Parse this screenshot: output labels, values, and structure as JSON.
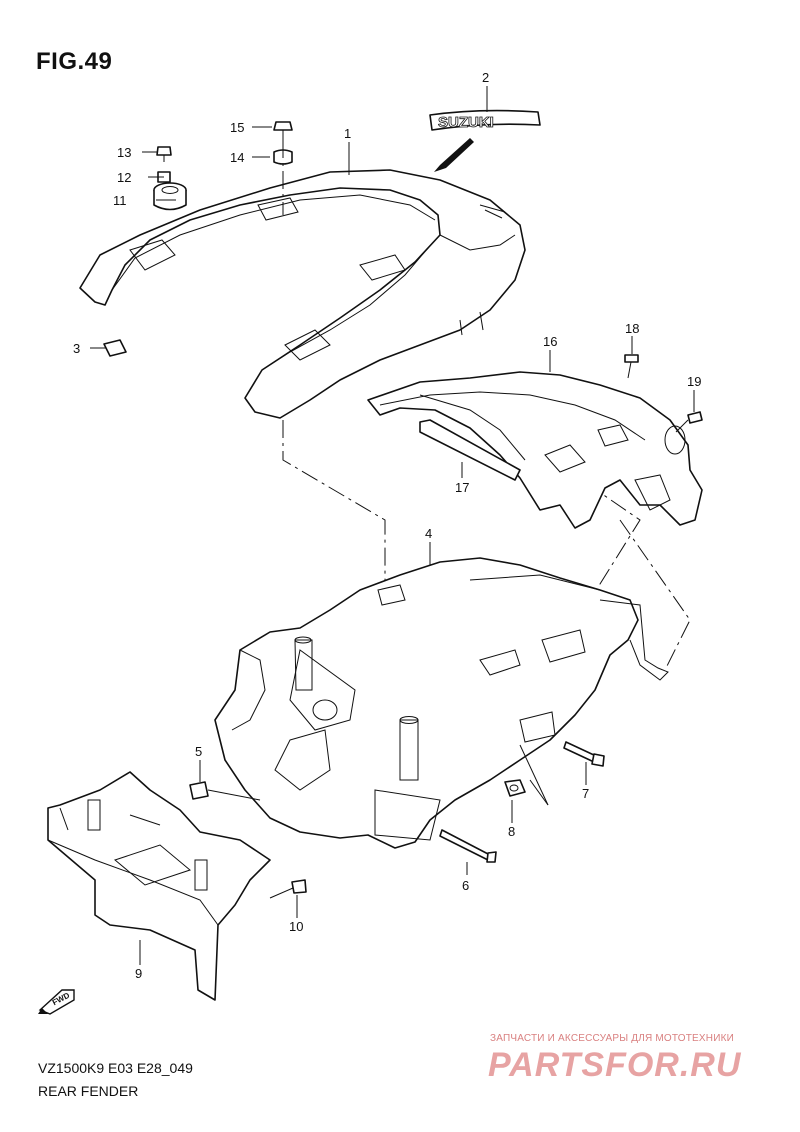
{
  "figure": {
    "title": "FIG.49",
    "model_code": "VZ1500K9 E03 E28_049",
    "section_name": "REAR FENDER"
  },
  "emblem_text": "SUZUKI",
  "fwd_label": "FWD",
  "callouts": {
    "c1": "1",
    "c2": "2",
    "c3": "3",
    "c4": "4",
    "c5": "5",
    "c6": "6",
    "c7": "7",
    "c8": "8",
    "c9": "9",
    "c10": "10",
    "c11": "11",
    "c12": "12",
    "c13": "13",
    "c14": "14",
    "c15": "15",
    "c16": "16",
    "c17": "17",
    "c18": "18",
    "c19": "19"
  },
  "watermark": {
    "tagline": "ЗАПЧАСТИ И АКСЕССУАРЫ ДЛЯ МОТОТЕХНИКИ",
    "logo": "PARTSFOR.RU"
  }
}
